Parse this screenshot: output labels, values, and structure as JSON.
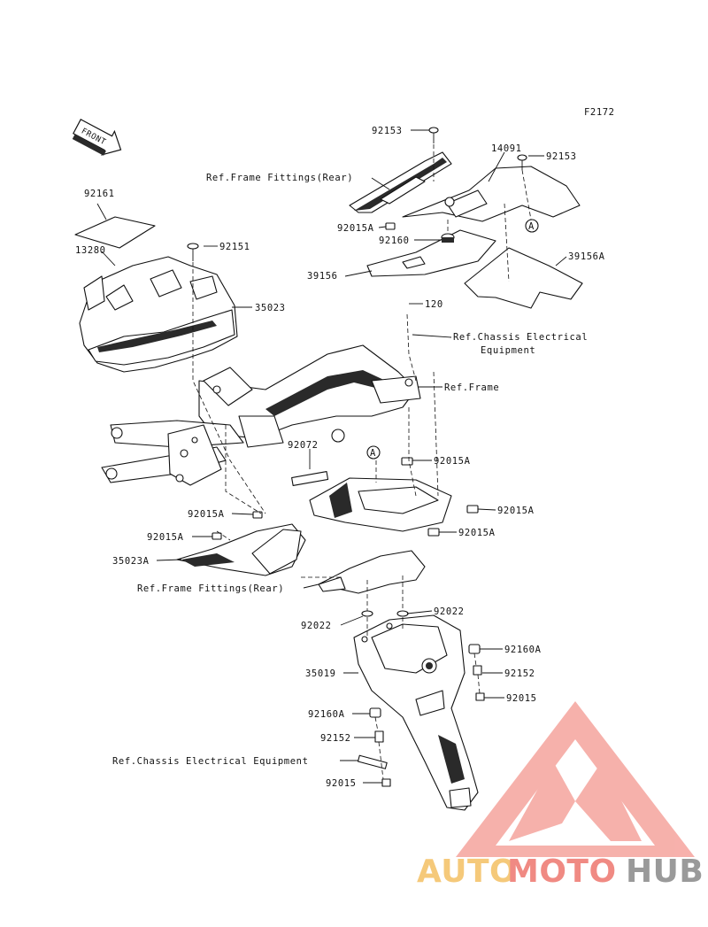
{
  "figure_code": "F2172",
  "front_indicator": "FRONT",
  "reference_markers": [
    "A",
    "A"
  ],
  "labels": {
    "l92153_a": "92153",
    "l92153_b": "92153",
    "l14091": "14091",
    "l_ref_frame_fittings_rear_1": "Ref.Frame Fittings(Rear)",
    "l92015a_1": "92015A",
    "l92160": "92160",
    "l39156": "39156",
    "l39156a": "39156A",
    "l92161": "92161",
    "l13280": "13280",
    "l92151": "92151",
    "l35023": "35023",
    "l120": "120",
    "l_ref_chassis_1_line1": "Ref.Chassis Electrical",
    "l_ref_chassis_1_line2": "Equipment",
    "l_ref_frame": "Ref.Frame",
    "l92072": "92072",
    "l92015a_2": "92015A",
    "l92015a_3": "92015A",
    "l92015a_4": "92015A",
    "l92015a_5": "92015A",
    "l92015a_6": "92015A",
    "l35023a": "35023A",
    "l_ref_frame_fittings_rear_2": "Ref.Frame Fittings(Rear)",
    "l92022_a": "92022",
    "l92022_b": "92022",
    "l92160a_a": "92160A",
    "l35019": "35019",
    "l92152_a": "92152",
    "l92015_a": "92015",
    "l92160a_b": "92160A",
    "l92152_b": "92152",
    "l_ref_chassis_2": "Ref.Chassis Electrical Equipment",
    "l92015_b": "92015"
  },
  "watermark": {
    "part1": "AUTO",
    "part2": "MOTO",
    "part3": "HUB",
    "color_auto": "#f5c97a",
    "color_moto": "#f08a83",
    "color_hub": "#9a9a9a",
    "logo_color": "#f4a09a"
  }
}
